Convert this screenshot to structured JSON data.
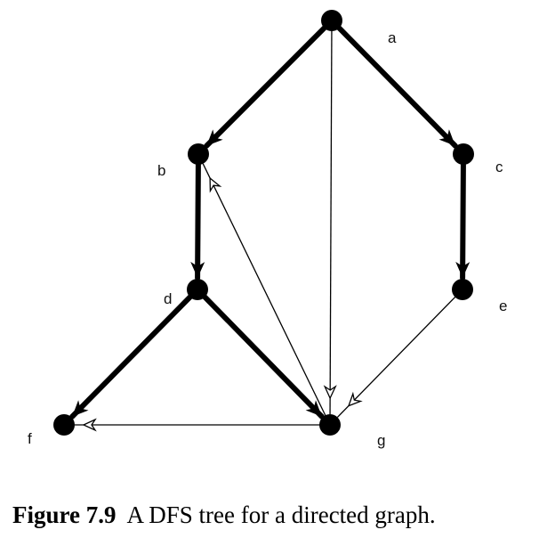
{
  "graph": {
    "nodes": [
      {
        "id": "a",
        "label": "a"
      },
      {
        "id": "b",
        "label": "b"
      },
      {
        "id": "c",
        "label": "c"
      },
      {
        "id": "d",
        "label": "d"
      },
      {
        "id": "e",
        "label": "e"
      },
      {
        "id": "f",
        "label": "f"
      },
      {
        "id": "g",
        "label": "g"
      }
    ],
    "tree_edges": [
      {
        "from": "a",
        "to": "b"
      },
      {
        "from": "a",
        "to": "c"
      },
      {
        "from": "b",
        "to": "d"
      },
      {
        "from": "c",
        "to": "e"
      },
      {
        "from": "d",
        "to": "f"
      },
      {
        "from": "d",
        "to": "g"
      }
    ],
    "non_tree_edges": [
      {
        "from": "a",
        "to": "g"
      },
      {
        "from": "g",
        "to": "b"
      },
      {
        "from": "e",
        "to": "g"
      },
      {
        "from": "g",
        "to": "f"
      }
    ]
  },
  "caption": {
    "label": "Figure 7.9",
    "text": "A DFS tree for a directed graph."
  }
}
